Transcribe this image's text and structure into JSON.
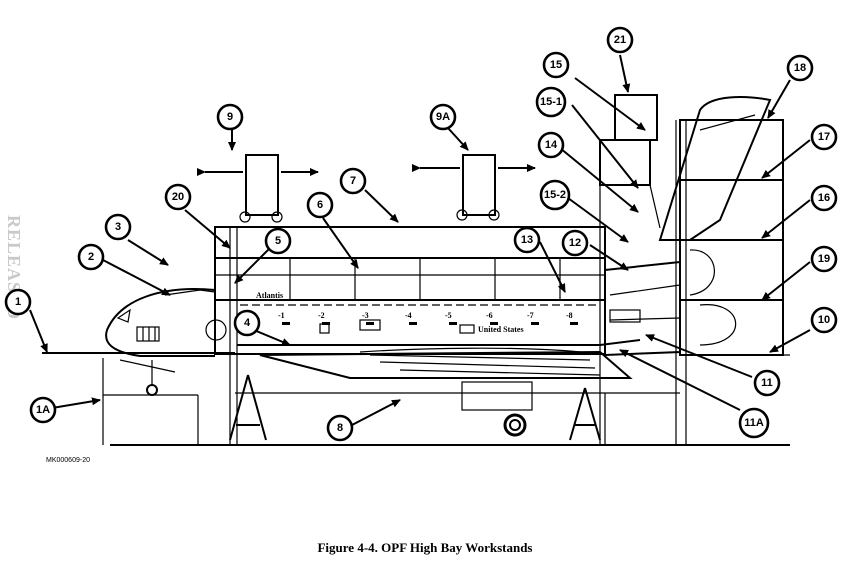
{
  "watermark": "RELEASED",
  "drawing_number": "MK000609-20",
  "caption": "Figure 4-4.  OPF High Bay Workstands",
  "vehicle_name": "Atlantis",
  "vehicle_flag_text": "United States",
  "level_marks": [
    "-1",
    "-2",
    "-3",
    "-4",
    "-5",
    "-6",
    "-7",
    "-8"
  ],
  "callouts": [
    {
      "id": "1",
      "label": "1"
    },
    {
      "id": "1A",
      "label": "1A"
    },
    {
      "id": "2",
      "label": "2"
    },
    {
      "id": "3",
      "label": "3"
    },
    {
      "id": "4",
      "label": "4"
    },
    {
      "id": "5",
      "label": "5"
    },
    {
      "id": "6",
      "label": "6"
    },
    {
      "id": "7",
      "label": "7"
    },
    {
      "id": "8",
      "label": "8"
    },
    {
      "id": "9",
      "label": "9"
    },
    {
      "id": "9A",
      "label": "9A"
    },
    {
      "id": "10",
      "label": "10"
    },
    {
      "id": "11",
      "label": "11"
    },
    {
      "id": "11A",
      "label": "11A"
    },
    {
      "id": "12",
      "label": "12"
    },
    {
      "id": "13",
      "label": "13"
    },
    {
      "id": "14",
      "label": "14"
    },
    {
      "id": "15",
      "label": "15"
    },
    {
      "id": "15-1",
      "label": "15-1"
    },
    {
      "id": "15-2",
      "label": "15-2"
    },
    {
      "id": "16",
      "label": "16"
    },
    {
      "id": "17",
      "label": "17"
    },
    {
      "id": "18",
      "label": "18"
    },
    {
      "id": "19",
      "label": "19"
    },
    {
      "id": "20",
      "label": "20"
    },
    {
      "id": "21",
      "label": "21"
    }
  ]
}
